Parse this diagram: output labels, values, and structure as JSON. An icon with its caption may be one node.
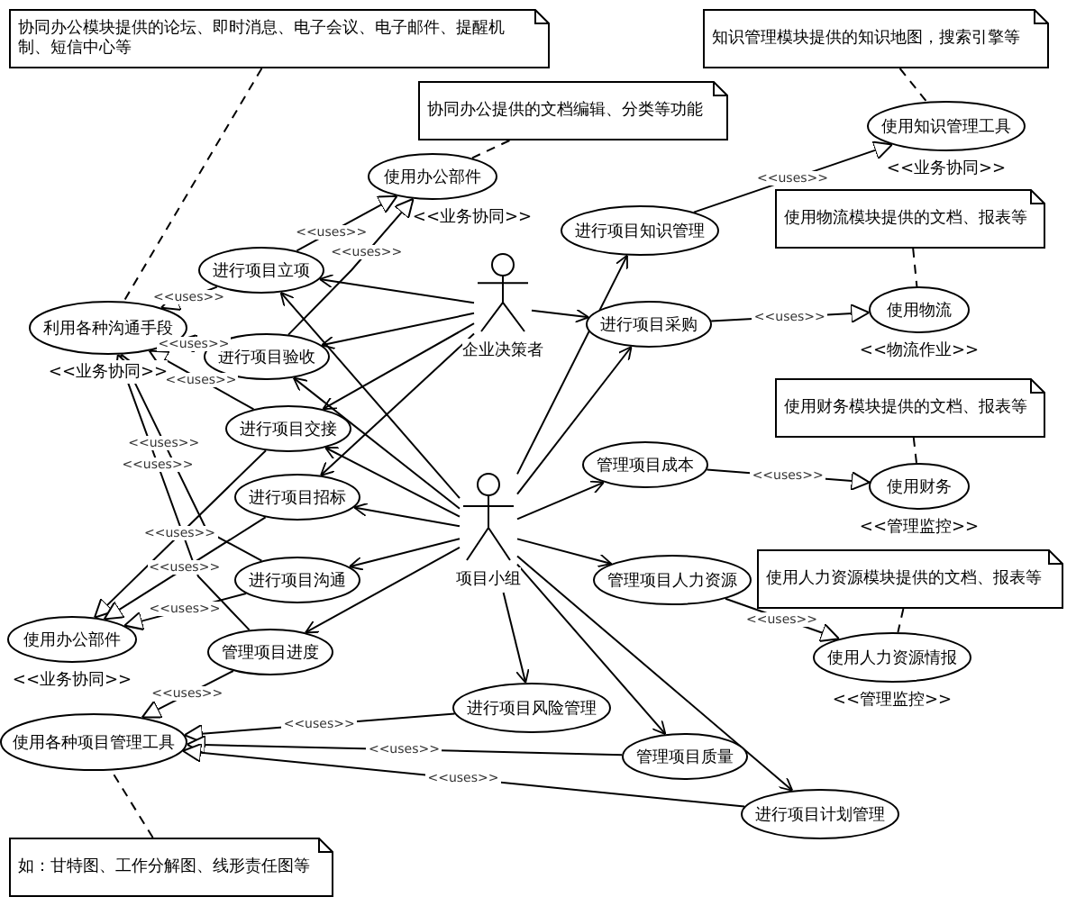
{
  "diagram": {
    "nodes": [
      {
        "text": [
          "协同办公模块提供的论坛、即时消息、电子会议、电子邮件、提醒机制、短信中心等"
        ]
      },
      {
        "text": [
          "协同办公提供的文档编辑、分类等功能"
        ]
      },
      {
        "text": [
          "知识管理模块提供的知识地图，搜索引擎等"
        ]
      },
      {
        "text": [
          "使用知识管理工具",
          "<<业务协同>>"
        ]
      },
      {
        "text": [
          "使用办公部件",
          "<<业务协同>>"
        ]
      },
      {
        "text": [
          "进行项目立项"
        ]
      },
      {
        "text": [
          "利用各种沟通手段",
          "<<业务协同>>"
        ]
      },
      {
        "text": [
          "进行项目知识管理"
        ]
      },
      {
        "text": [
          "使用物流模块提供的文档、报表等"
        ]
      },
      {
        "text": [
          "企业决策者"
        ]
      },
      {
        "text": [
          "进行项目验收"
        ]
      },
      {
        "text": [
          "进行项目采购"
        ]
      },
      {
        "text": [
          "使用物流",
          "<<物流作业>>"
        ]
      },
      {
        "text": [
          "进行项目交接"
        ]
      },
      {
        "text": [
          "使用财务模块提供的文档、报表等"
        ]
      },
      {
        "text": [
          "进行项目招标"
        ]
      },
      {
        "text": [
          "项目小组"
        ]
      },
      {
        "text": [
          "管理项目成本"
        ]
      },
      {
        "text": [
          "使用财务",
          "<<管理监控>>"
        ]
      },
      {
        "text": [
          "进行项目沟通"
        ]
      },
      {
        "text": [
          "管理项目人力资源"
        ]
      },
      {
        "text": [
          "使用人力资源模块提供的文档、报表等"
        ]
      },
      {
        "text": [
          "使用办公部件",
          "<<业务协同>>"
        ]
      },
      {
        "text": [
          "管理项目进度"
        ]
      },
      {
        "text": [
          "使用人力资源情报",
          "<<管理监控>>"
        ]
      },
      {
        "text": [
          "进行项目风险管理"
        ]
      },
      {
        "text": [
          "使用各种项目管理工具"
        ]
      },
      {
        "text": [
          "管理项目质量"
        ]
      },
      {
        "text": [
          "进行项目计划管理"
        ]
      },
      {
        "text": [
          "如：甘特图、工作分解图、线形责任图等"
        ]
      }
    ],
    "edges": [
      {
        "from": 9,
        "to": 5,
        "arrow": "to"
      },
      {
        "from": 9,
        "to": 10,
        "arrow": "to"
      },
      {
        "from": 9,
        "to": 13,
        "arrow": "to"
      },
      {
        "from": 9,
        "to": 15,
        "arrow": "to"
      },
      {
        "from": 9,
        "to": 11,
        "arrow": "to"
      },
      {
        "from": 16,
        "to": 5,
        "arrow": "to"
      },
      {
        "from": 16,
        "to": 10,
        "arrow": "to"
      },
      {
        "from": 16,
        "to": 13,
        "arrow": "to"
      },
      {
        "from": 16,
        "to": 15,
        "arrow": "to"
      },
      {
        "from": 16,
        "to": 19,
        "arrow": "to"
      },
      {
        "from": 16,
        "to": 23,
        "arrow": "to"
      },
      {
        "from": 16,
        "to": 7,
        "arrow": "to"
      },
      {
        "from": 16,
        "to": 11,
        "arrow": "to"
      },
      {
        "from": 16,
        "to": 17,
        "arrow": "to"
      },
      {
        "from": 16,
        "to": 20,
        "arrow": "to"
      },
      {
        "from": 16,
        "to": 25,
        "arrow": "to"
      },
      {
        "from": 16,
        "to": 27,
        "arrow": "to"
      },
      {
        "from": 16,
        "to": 28,
        "arrow": "to"
      },
      {
        "from": 5,
        "to": 4,
        "arrow": "to",
        "label": "<<uses>>"
      },
      {
        "from": 10,
        "to": 4,
        "arrow": "to",
        "label": "<<uses>>"
      },
      {
        "from": 5,
        "to": 6,
        "arrow": "to",
        "label": "<<uses>>"
      },
      {
        "from": 10,
        "to": 6,
        "arrow": "to",
        "label": "<<uses>>"
      },
      {
        "from": 13,
        "to": 6,
        "arrow": "to",
        "label": "<<uses>>"
      },
      {
        "from": 19,
        "to": 6,
        "arrow": "to",
        "label": "<<uses>>"
      },
      {
        "from": 23,
        "to": 6,
        "arrow": "to",
        "label": "<<uses>>"
      },
      {
        "from": 13,
        "to": 22,
        "arrow": "to",
        "label": "<<uses>>"
      },
      {
        "from": 15,
        "to": 22,
        "arrow": "to",
        "label": "<<uses>>"
      },
      {
        "from": 19,
        "to": 22,
        "arrow": "to",
        "label": "<<uses>>"
      },
      {
        "from": 23,
        "to": 26,
        "arrow": "to",
        "label": "<<uses>>"
      },
      {
        "from": 25,
        "to": 26,
        "arrow": "to",
        "label": "<<uses>>"
      },
      {
        "from": 27,
        "to": 26,
        "arrow": "to",
        "label": "<<uses>>"
      },
      {
        "from": 28,
        "to": 26,
        "arrow": "to",
        "label": "<<uses>>"
      },
      {
        "from": 7,
        "to": 3,
        "arrow": "to",
        "label": "<<uses>>"
      },
      {
        "from": 11,
        "to": 12,
        "arrow": "to",
        "label": "<<uses>>"
      },
      {
        "from": 17,
        "to": 18,
        "arrow": "to",
        "label": "<<uses>>"
      },
      {
        "from": 20,
        "to": 24,
        "arrow": "to",
        "label": "<<uses>>"
      },
      {
        "from": 0,
        "to": 6,
        "arrow": "none",
        "style": "dashed"
      },
      {
        "from": 1,
        "to": 4,
        "arrow": "none",
        "style": "dashed"
      },
      {
        "from": 2,
        "to": 3,
        "arrow": "none",
        "style": "dashed"
      },
      {
        "from": 8,
        "to": 12,
        "arrow": "none",
        "style": "dashed"
      },
      {
        "from": 14,
        "to": 18,
        "arrow": "none",
        "style": "dashed"
      },
      {
        "from": 21,
        "to": 24,
        "arrow": "none",
        "style": "dashed"
      },
      {
        "from": 29,
        "to": 26,
        "arrow": "none",
        "style": "dashed"
      }
    ]
  }
}
